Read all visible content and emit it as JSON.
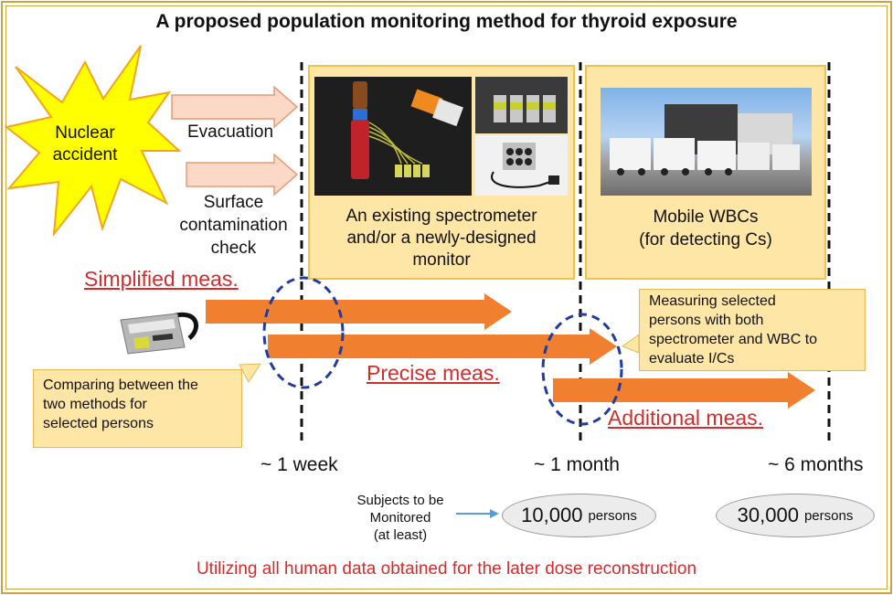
{
  "title": "A proposed population monitoring method for thyroid exposure",
  "accident": {
    "label_line1": "Nuclear",
    "label_line2": "accident"
  },
  "pre_actions": {
    "evacuation": "Evacuation",
    "surface_line1": "Surface",
    "surface_line2": "contamination",
    "surface_line3": "check"
  },
  "panel_spectrometer": {
    "line1": "An existing spectrometer",
    "line2": "and/or a newly-designed",
    "line3": "monitor"
  },
  "panel_wbc": {
    "line1": "Mobile WBCs",
    "line2": "(for detecting Cs)"
  },
  "measurements": {
    "simplified": "Simplified meas.",
    "precise": "Precise meas.",
    "additional": "Additional meas."
  },
  "callout_compare": {
    "line1": "Comparing between the",
    "line2": "two methods for",
    "line3": "selected persons"
  },
  "callout_measure": {
    "line1": "Measuring selected",
    "line2": "persons with both",
    "line3": "spectrometer and WBC to",
    "line4": "evaluate I/Cs"
  },
  "timeline": {
    "week": "~ 1 week",
    "month": "~ 1 month",
    "months6": "~ 6 months"
  },
  "subjects": {
    "line1": "Subjects to be",
    "line2": "Monitored",
    "line3": "(at least)",
    "count_1month": "10,000",
    "count_6months": "30,000",
    "unit": "persons"
  },
  "footer": "Utilizing all human data obtained for the later dose reconstruction",
  "colors": {
    "arrow_orange": "#f07f30",
    "pale_arrow_fill": "#fbd9c6",
    "pale_arrow_stroke": "#e79a74",
    "panel_fill": "#fde6a6",
    "panel_border": "#f0c24a",
    "red_text": "#d22d2d",
    "dashed_ellipse": "#1f3c9e",
    "star_fill": "#ffff00",
    "star_stroke": "#f2a51c",
    "frame": "#c9a441",
    "blue_arrow": "#5b9bd5"
  },
  "icons": [
    "explosion-star",
    "spectrometer-photo",
    "detector-photo",
    "truck-photo",
    "survey-meter-photo"
  ]
}
